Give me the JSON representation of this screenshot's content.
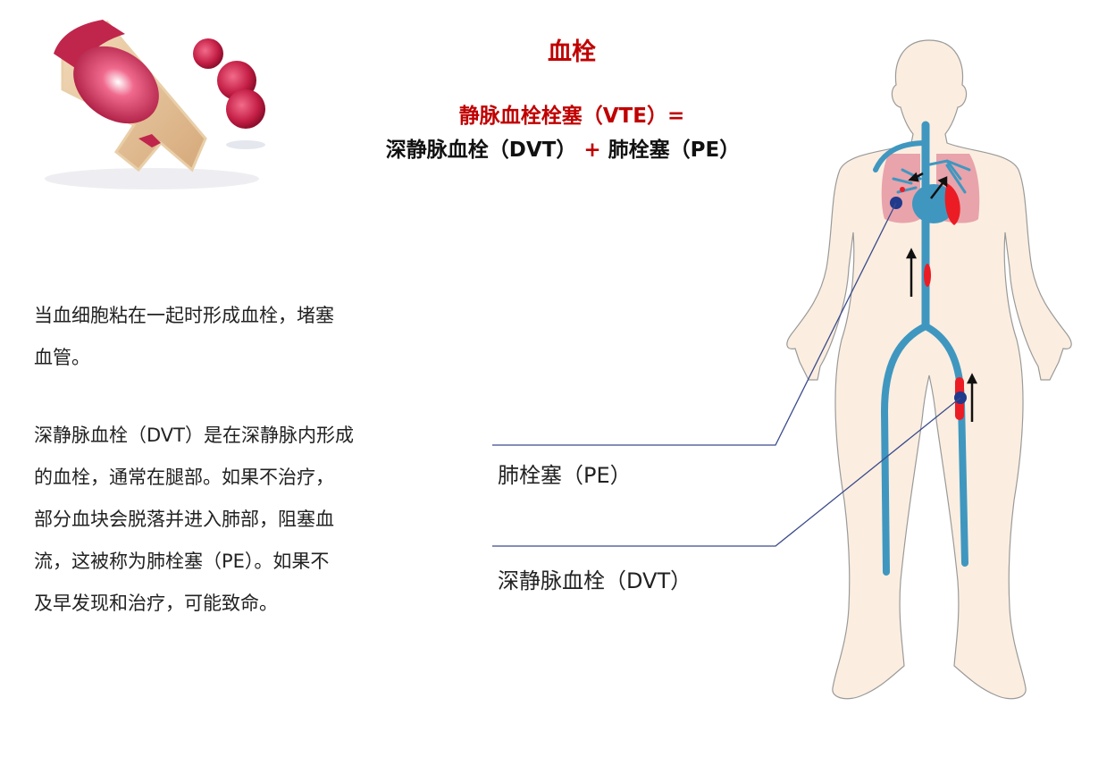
{
  "header": {
    "title": "血栓",
    "equation_line1": "静脉血栓栓塞（VTE）=",
    "equation_line2_part1": "深静脉血栓（DVT）",
    "equation_line2_plus": "+",
    "equation_line2_part2": "肺栓塞（PE）"
  },
  "body_text": {
    "paragraph1_line1": "当血细胞粘在一起时形成血栓，堵塞",
    "paragraph1_line2": "血管。",
    "paragraph2_lines": [
      "深静脉血栓（DVT）是在深静脉内形成",
      "的血栓，通常在腿部。如果不治疗，",
      "部分血块会脱落并进入肺部，阻塞血",
      "流，这被称为肺栓塞（PE）。如果不",
      "及早发现和治疗，可能致命。"
    ]
  },
  "diagram": {
    "label_pe": "肺栓塞（PE）",
    "label_dvt": "深静脉血栓（DVT）",
    "colors": {
      "title_red": "#c00000",
      "skin": "#fbeee0",
      "vein_blue": "#3f97c0",
      "lung_pink": "#e9a3ab",
      "clot_red": "#ec1c24",
      "clot_navy": "#203a8c",
      "leader_line": "#3a4a8c"
    }
  }
}
